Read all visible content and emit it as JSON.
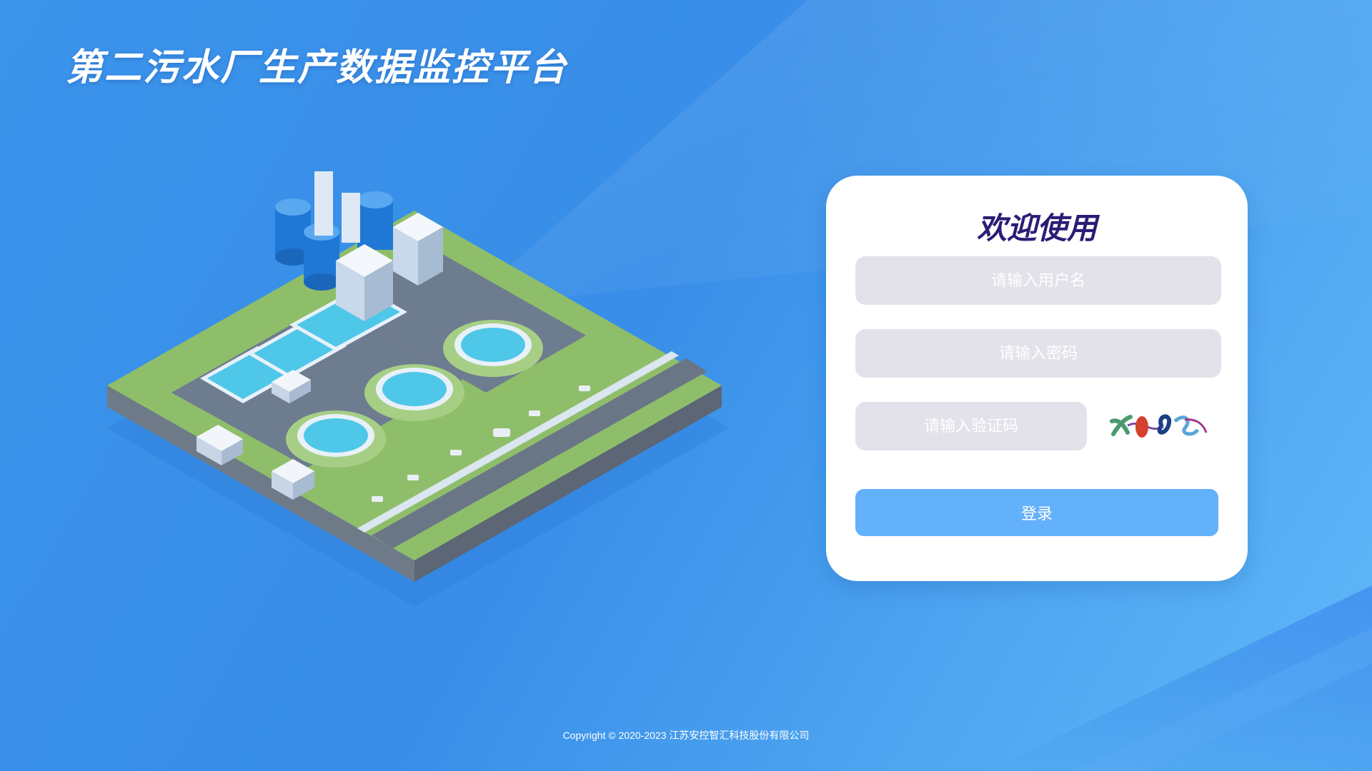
{
  "app": {
    "title": "第二污水厂生产数据监控平台"
  },
  "login": {
    "welcome": "欢迎使用",
    "username_placeholder": "请输入用户名",
    "password_placeholder": "请输入密码",
    "captcha_placeholder": "请输入验证码",
    "submit_label": "登录"
  },
  "footer": {
    "copyright": "Copyright © 2020-2023 江苏安控智汇科技股份有限公司"
  },
  "colors": {
    "background": "#3a91e9",
    "card": "#ffffff",
    "welcome_text": "#2b1d75",
    "input_bg": "#e3e1ea",
    "button_bg": "#63b0fb"
  }
}
